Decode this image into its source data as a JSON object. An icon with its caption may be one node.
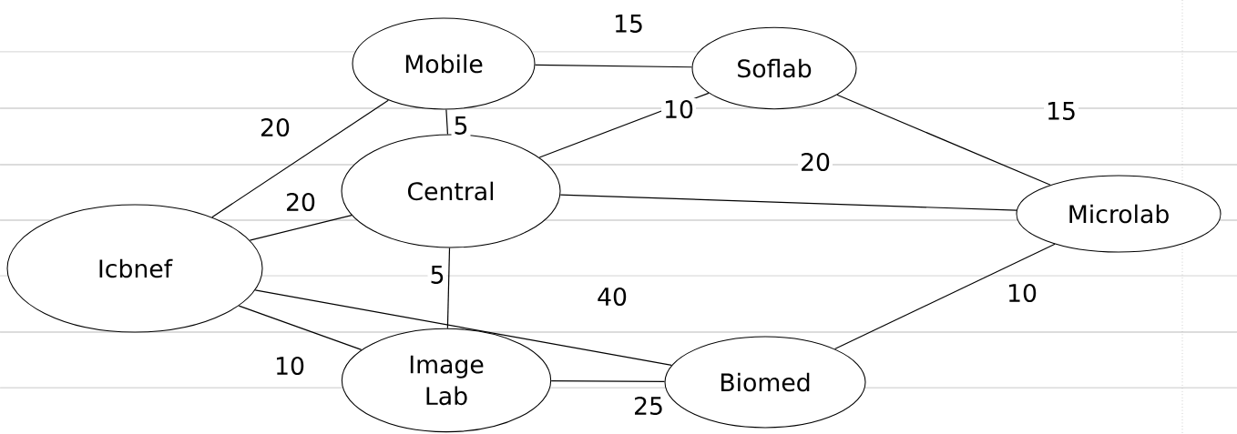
{
  "diagram": {
    "nodes": [
      {
        "text": [
          "Mobile"
        ]
      },
      {
        "text": [
          "Soflab"
        ]
      },
      {
        "text": [
          "Central"
        ]
      },
      {
        "text": [
          "Microlab"
        ]
      },
      {
        "text": [
          "Icbnef"
        ]
      },
      {
        "text": [
          "Image Lab"
        ]
      },
      {
        "text": [
          "Biomed"
        ]
      }
    ],
    "edges": [
      {
        "from": 0,
        "to": 1,
        "arrow": "none",
        "label": "15"
      },
      {
        "from": 2,
        "to": 1,
        "arrow": "none",
        "label": "10"
      },
      {
        "from": 1,
        "to": 3,
        "arrow": "none",
        "label": "15"
      },
      {
        "from": 2,
        "to": 3,
        "arrow": "none",
        "label": "20"
      },
      {
        "from": 4,
        "to": 0,
        "arrow": "none",
        "label": "20"
      },
      {
        "from": 0,
        "to": 2,
        "arrow": "none",
        "label": "5"
      },
      {
        "from": 4,
        "to": 2,
        "arrow": "none",
        "label": "20"
      },
      {
        "from": 2,
        "to": 5,
        "arrow": "none",
        "label": "5"
      },
      {
        "from": 4,
        "to": 6,
        "arrow": "none",
        "label": "40"
      },
      {
        "from": 4,
        "to": 5,
        "arrow": "none",
        "label": "10"
      },
      {
        "from": 5,
        "to": 6,
        "arrow": "none",
        "label": "25"
      },
      {
        "from": 3,
        "to": 6,
        "arrow": "none",
        "label": "10"
      }
    ]
  }
}
